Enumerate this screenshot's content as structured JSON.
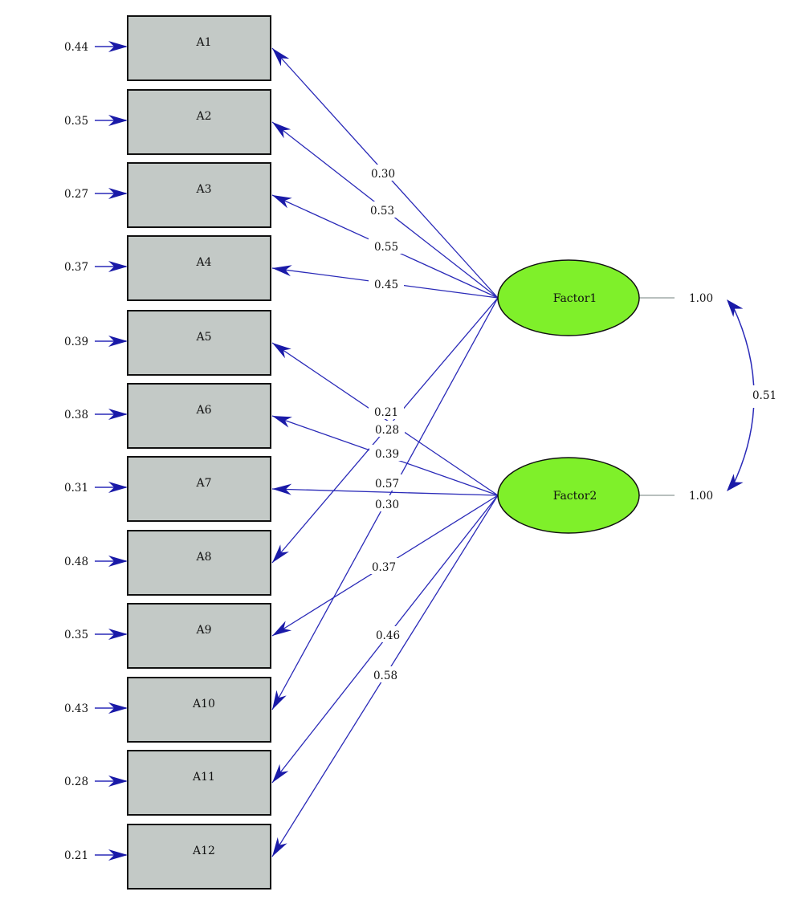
{
  "colors": {
    "item_fill": "#c3c9c6",
    "item_stroke": "#111111",
    "factor_fill": "#7ff02a",
    "factor_stroke": "#111111",
    "path": "#2a2ab8",
    "arrowhead": "#1a1aa8",
    "variance_line": "#a0aca8"
  },
  "items": [
    {
      "label": "A1",
      "error": "0.44"
    },
    {
      "label": "A2",
      "error": "0.35"
    },
    {
      "label": "A3",
      "error": "0.27"
    },
    {
      "label": "A4",
      "error": "0.37"
    },
    {
      "label": "A5",
      "error": "0.39"
    },
    {
      "label": "A6",
      "error": "0.38"
    },
    {
      "label": "A7",
      "error": "0.31"
    },
    {
      "label": "A8",
      "error": "0.48"
    },
    {
      "label": "A9",
      "error": "0.35"
    },
    {
      "label": "A10",
      "error": "0.43"
    },
    {
      "label": "A11",
      "error": "0.28"
    },
    {
      "label": "A12",
      "error": "0.21"
    }
  ],
  "factors": [
    {
      "label": "Factor1",
      "variance": "1.00"
    },
    {
      "label": "Factor2",
      "variance": "1.00"
    }
  ],
  "loadings": [
    {
      "factor": 0,
      "item": 0,
      "value": "0.30"
    },
    {
      "factor": 0,
      "item": 1,
      "value": "0.53"
    },
    {
      "factor": 0,
      "item": 2,
      "value": "0.55"
    },
    {
      "factor": 0,
      "item": 3,
      "value": "0.45"
    },
    {
      "factor": 0,
      "item": 7,
      "value": "0.21"
    },
    {
      "factor": 0,
      "item": 9,
      "value": "0.30"
    },
    {
      "factor": 1,
      "item": 4,
      "value": "0.28"
    },
    {
      "factor": 1,
      "item": 5,
      "value": "0.39"
    },
    {
      "factor": 1,
      "item": 6,
      "value": "0.57"
    },
    {
      "factor": 1,
      "item": 8,
      "value": "0.37"
    },
    {
      "factor": 1,
      "item": 10,
      "value": "0.46"
    },
    {
      "factor": 1,
      "item": 11,
      "value": "0.58"
    }
  ],
  "covariance": "0.51"
}
